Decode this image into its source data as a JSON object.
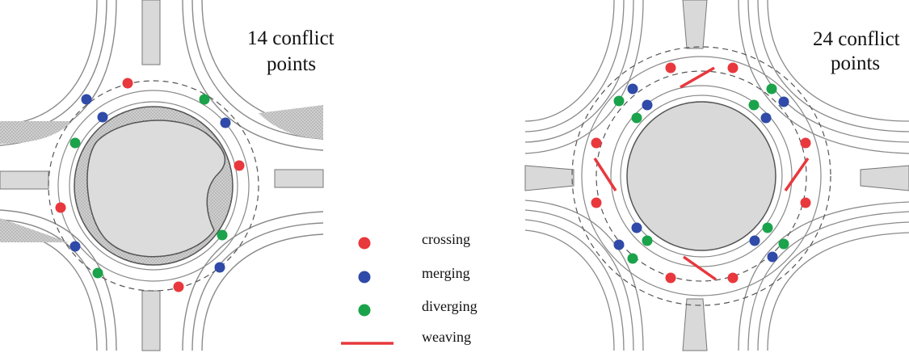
{
  "left": {
    "title_line1": "14 conflict",
    "title_line2": "points"
  },
  "right": {
    "title_line1": "24 conflict",
    "title_line2": "points"
  },
  "legend": {
    "items": [
      {
        "label": "crossing",
        "kind": "dot",
        "color": "#e8383d"
      },
      {
        "label": "merging",
        "kind": "dot",
        "color": "#2f4aa8"
      },
      {
        "label": "diverging",
        "kind": "dot",
        "color": "#1aa34a"
      },
      {
        "label": "weaving",
        "kind": "line",
        "color": "#e8383d"
      }
    ]
  },
  "colors": {
    "crossing": "#e8383d",
    "merging": "#2f4aa8",
    "diverging": "#1aa34a",
    "weaving": "#e8383d",
    "island": "#d9d9d9",
    "road_line": "#8a8a8a"
  }
}
